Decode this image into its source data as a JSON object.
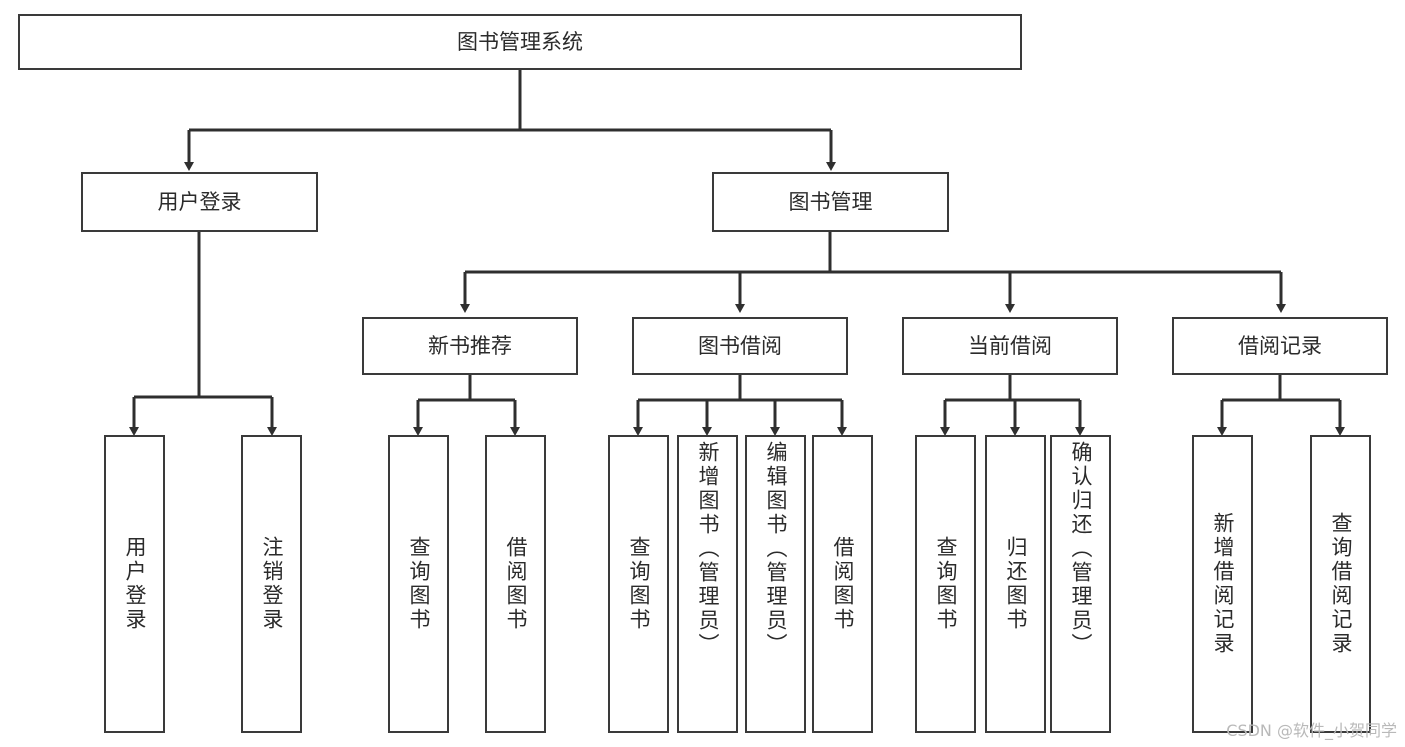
{
  "diagram": {
    "type": "tree-hierarchy",
    "title": "图书管理系统",
    "watermark": "CSDN @软件_小贺同学",
    "colors": {
      "box_border": "#3a3a3a",
      "box_fill": "#ffffff",
      "text": "#2b2b2b",
      "edge": "#2f2f2f",
      "watermark": "#b9b9b9"
    },
    "root": {
      "label": "图书管理系统"
    },
    "level1": [
      {
        "label": "用户登录"
      },
      {
        "label": "图书管理"
      }
    ],
    "level2": [
      {
        "label": "新书推荐"
      },
      {
        "label": "图书借阅"
      },
      {
        "label": "当前借阅"
      },
      {
        "label": "借阅记录"
      }
    ],
    "leaves": {
      "user_login": [
        {
          "label": "用户登录"
        },
        {
          "label": "注销登录"
        }
      ],
      "new_book_recommend": [
        {
          "label": "查询图书"
        },
        {
          "label": "借阅图书"
        }
      ],
      "book_borrow": [
        {
          "label": "查询图书"
        },
        {
          "label": "新增图书（管理员）"
        },
        {
          "label": "编辑图书（管理员）"
        },
        {
          "label": "借阅图书"
        }
      ],
      "current_borrow": [
        {
          "label": "查询图书"
        },
        {
          "label": "归还图书"
        },
        {
          "label": "确认归还（管理员）"
        }
      ],
      "borrow_record": [
        {
          "label": "新增借阅记录"
        },
        {
          "label": "查询借阅记录"
        }
      ]
    }
  }
}
